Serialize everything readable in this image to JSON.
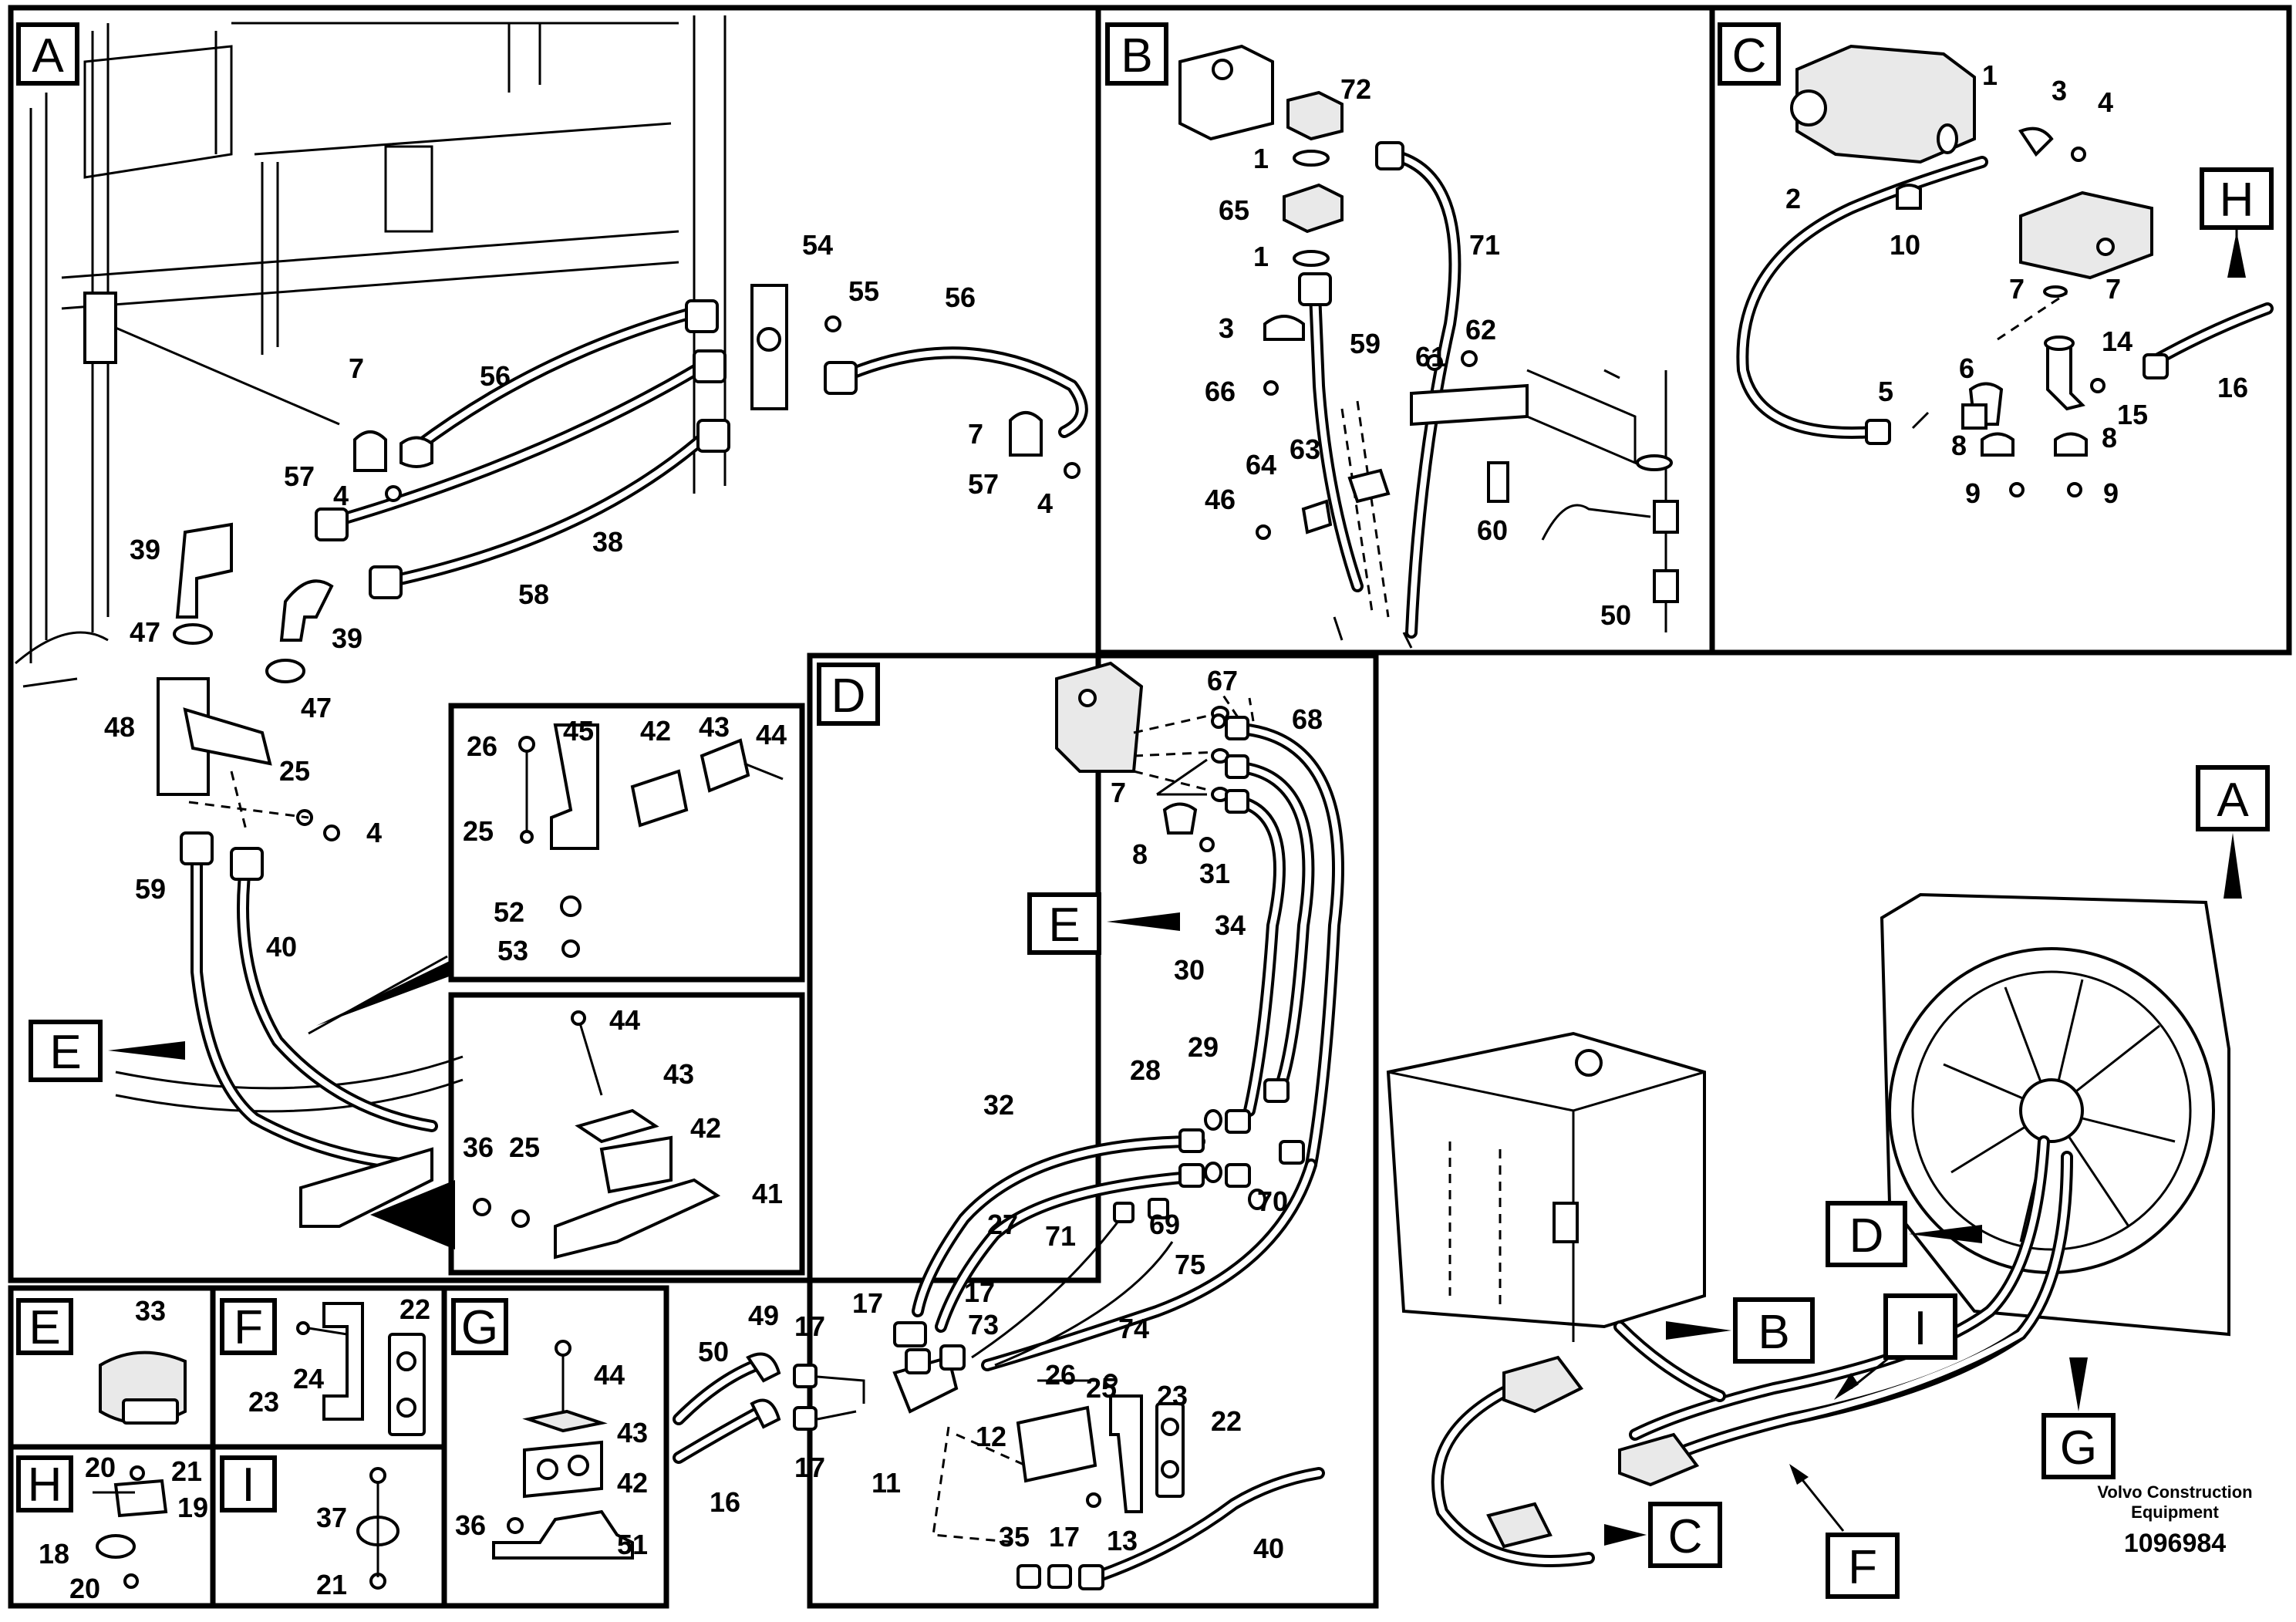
{
  "panels": {
    "A": {
      "label": "A"
    },
    "B": {
      "label": "B"
    },
    "C": {
      "label": "C"
    },
    "D": {
      "label": "D"
    },
    "E": {
      "label": "E"
    },
    "F": {
      "label": "F"
    },
    "G": {
      "label": "G"
    },
    "H": {
      "label": "H"
    },
    "I": {
      "label": "I"
    }
  },
  "callouts": {
    "panel_a": {
      "insert_e": "E",
      "top": [
        "7",
        "56",
        "54",
        "55",
        "56",
        "57",
        "4",
        "7",
        "57",
        "4",
        "38",
        "39",
        "58",
        "39",
        "47",
        "47",
        "48",
        "25",
        "4",
        "59",
        "40"
      ],
      "insert_upper": [
        "26",
        "45",
        "42",
        "43",
        "44",
        "25",
        "52",
        "53"
      ],
      "insert_lower": [
        "44",
        "43",
        "42",
        "36",
        "25",
        "41"
      ]
    },
    "panel_b": [
      "72",
      "1",
      "65",
      "1",
      "71",
      "3",
      "59",
      "61",
      "62",
      "66",
      "63",
      "64",
      "46",
      "60",
      "50"
    ],
    "panel_c": {
      "parts": [
        "1",
        "3",
        "4",
        "2",
        "10",
        "7",
        "7",
        "14",
        "6",
        "5",
        "15",
        "16",
        "8",
        "8",
        "9",
        "9"
      ],
      "view_h": "H"
    },
    "panel_d": {
      "parts": [
        "67",
        "68",
        "7",
        "8",
        "31",
        "34",
        "30",
        "28",
        "29",
        "32",
        "70",
        "27",
        "71",
        "69",
        "75",
        "74",
        "17",
        "17",
        "73",
        "49",
        "17",
        "50",
        "17",
        "16",
        "11",
        "26",
        "25",
        "23",
        "22",
        "12",
        "13",
        "35",
        "17",
        "40"
      ],
      "view_e": "E"
    },
    "panel_e": [
      "33"
    ],
    "panel_f": [
      "22",
      "24",
      "23"
    ],
    "panel_g": [
      "44",
      "43",
      "42",
      "36",
      "51"
    ],
    "panel_h": [
      "20",
      "21",
      "19",
      "18",
      "20"
    ],
    "panel_i": [
      "37",
      "21"
    ]
  },
  "overview": {
    "labels": [
      "A",
      "D",
      "B",
      "I",
      "G",
      "C",
      "F"
    ]
  },
  "footer": {
    "brand_line1": "Volvo Construction",
    "brand_line2": "Equipment",
    "doc_number": "1096984"
  }
}
